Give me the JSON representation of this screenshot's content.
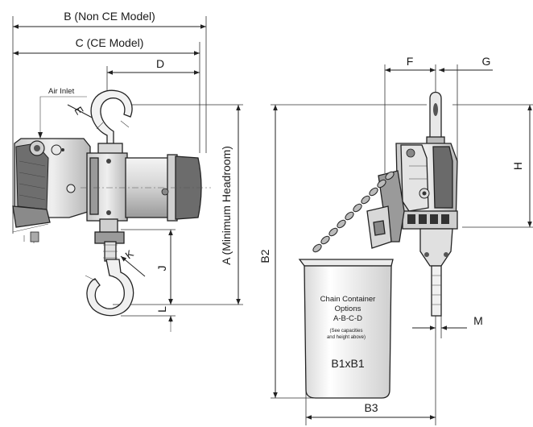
{
  "labels": {
    "b_non_ce": "B (Non CE Model)",
    "c_ce": "C (CE Model)",
    "d": "D",
    "air_inlet": "Air Inlet",
    "e": "E",
    "a_headroom": "A (Minimum Headroom)",
    "j": "J",
    "k": "K",
    "l": "L",
    "f": "F",
    "g": "G",
    "h": "H",
    "b2": "B2",
    "m": "M",
    "b3": "B3",
    "b1xb1": "B1xB1"
  },
  "container": {
    "line1": "Chain Container",
    "line2": "Options",
    "line3": "A-B-C-D",
    "note1": "(See capacities",
    "note2": "and height above)"
  },
  "colors": {
    "ink": "#222222",
    "shade_light": "#e6e6e6",
    "shade_mid": "#bdbdbd",
    "shade_dark": "#5a5a5a"
  }
}
